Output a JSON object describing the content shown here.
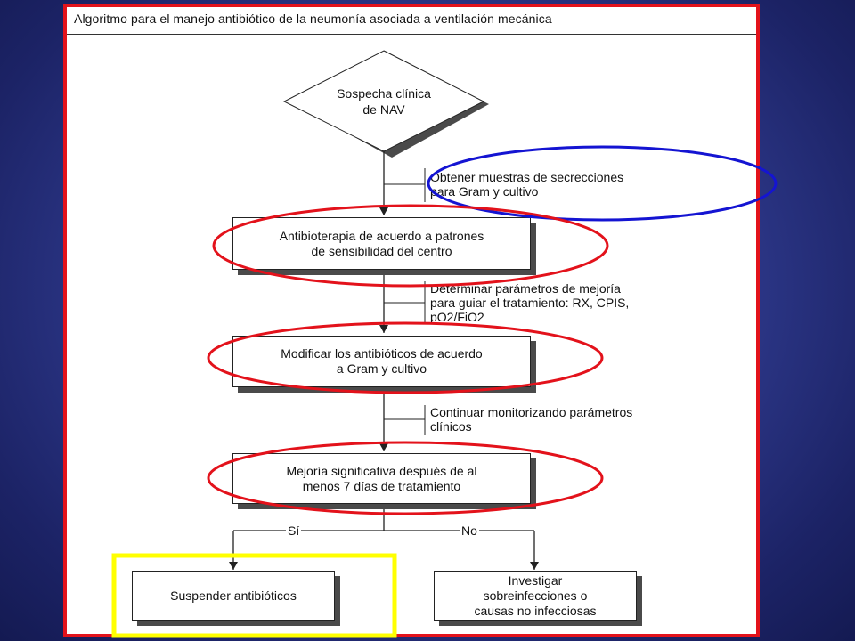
{
  "title": "Algoritmo para el manejo antibiótico de la neumonía asociada a ventilación mecánica",
  "start": {
    "line1": "Sospecha clínica",
    "line2": "de NAV"
  },
  "notes": {
    "samples": {
      "line1": "Obtener muestras de secrecciones",
      "line2": "para Gram y cultivo"
    },
    "params": {
      "line1": "Determinar parámetros de mejoría",
      "line2": "para guiar el tratamiento: RX, CPIS,",
      "line3": "pO2/FiO2"
    },
    "monitor": {
      "line1": "Continuar monitorizando parámetros",
      "line2": "clínicos"
    }
  },
  "steps": {
    "antibiotherapy": {
      "line1": "Antibioterapia de acuerdo a patrones",
      "line2": "de sensibilidad del centro"
    },
    "modify": {
      "line1": "Modificar los antibióticos de acuerdo",
      "line2": "a Gram y cultivo"
    },
    "improvement": {
      "line1": "Mejoría significativa después de al",
      "line2": "menos 7 días de tratamiento"
    }
  },
  "branches": {
    "yes": "Sí",
    "no": "No"
  },
  "outcomes": {
    "suspend": "Suspender antibióticos",
    "investigate": {
      "line1": "Investigar",
      "line2": "sobreinfecciones o",
      "line3": "causas no infecciosas"
    }
  },
  "highlight_colors": {
    "red": "#e3121b",
    "blue": "#1414d2",
    "yellow": "#ffff00"
  }
}
